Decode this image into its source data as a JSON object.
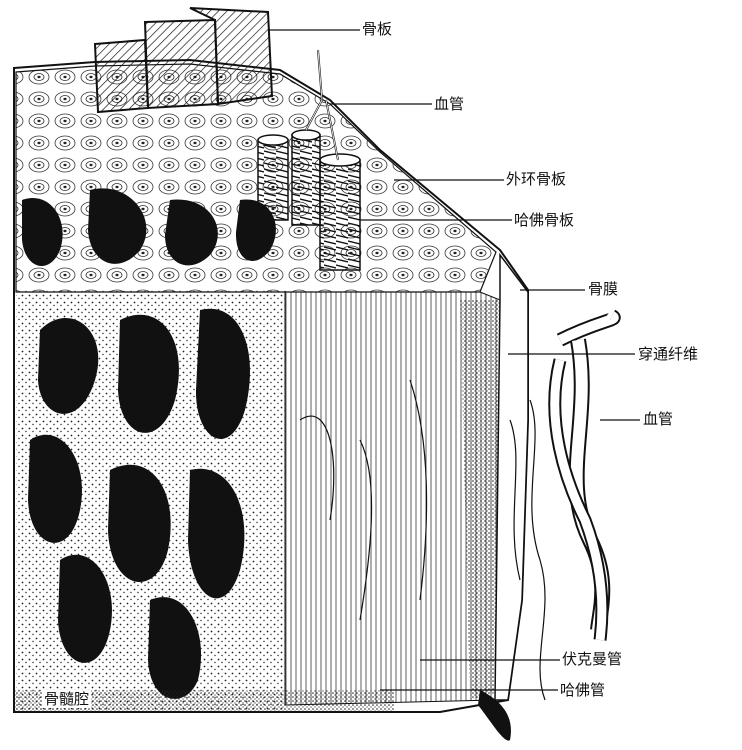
{
  "labels": {
    "bone_lamella": "骨板",
    "blood_vessel_top": "血管",
    "outer_circumferential_lamellae": "外环骨板",
    "haversian_lamellae": "哈佛骨板",
    "periosteum": "骨膜",
    "perforating_fibers": "穿通纤维",
    "blood_vessel_side": "血管",
    "volkmann_canal": "伏克曼管",
    "haversian_canal": "哈佛管",
    "marrow_cavity": "骨髓腔"
  },
  "colors": {
    "ink": "#111111",
    "paper": "#ffffff",
    "stipple": "#222222"
  }
}
